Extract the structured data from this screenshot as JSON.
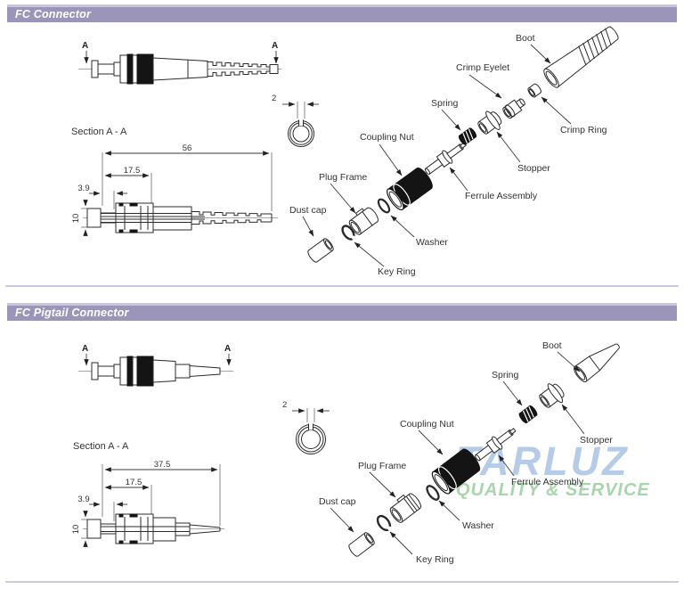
{
  "page": {
    "header_bar_color": "#9b95b9",
    "header_strip_color": "#cac6de",
    "divider_color": "#cdc9e4",
    "line_color": "#2b2b2b",
    "label_color": "#333333"
  },
  "sections": [
    {
      "title": "FC Connector",
      "marker": "A",
      "section_view_label": "Section A - A",
      "dims": {
        "total": "56",
        "mid": "17.5",
        "front": "3.9",
        "height": "10",
        "wall": "2"
      },
      "labels": {
        "boot": "Boot",
        "crimp_eyelet": "Crimp Eyelet",
        "spring": "Spring",
        "crimp_ring": "Crimp Ring",
        "coupling_nut": "Coupling Nut",
        "stopper": "Stopper",
        "plug_frame": "Plug Frame",
        "ferrule_assembly": "Ferrule Assembly",
        "dust_cap": "Dust cap",
        "washer": "Washer",
        "key_ring": "Key Ring"
      }
    },
    {
      "title": "FC Pigtail Connector",
      "marker": "A",
      "section_view_label": "Section A - A",
      "dims": {
        "total": "37.5",
        "mid": "17.5",
        "front": "3.9",
        "height": "10",
        "wall": "2"
      },
      "labels": {
        "boot": "Boot",
        "spring": "Spring",
        "stopper": "Stopper",
        "coupling_nut": "Coupling Nut",
        "ferrule_assembly": "Ferrule Assembly",
        "plug_frame": "Plug Frame",
        "washer": "Washer",
        "dust_cap": "Dust cap",
        "key_ring": "Key Ring"
      }
    }
  ],
  "watermark": {
    "line1": "TARLUZ",
    "line2": "QUALITY & SERVICE",
    "line1_color": "#b6cbe7",
    "line2_color": "#a9d5ac"
  }
}
